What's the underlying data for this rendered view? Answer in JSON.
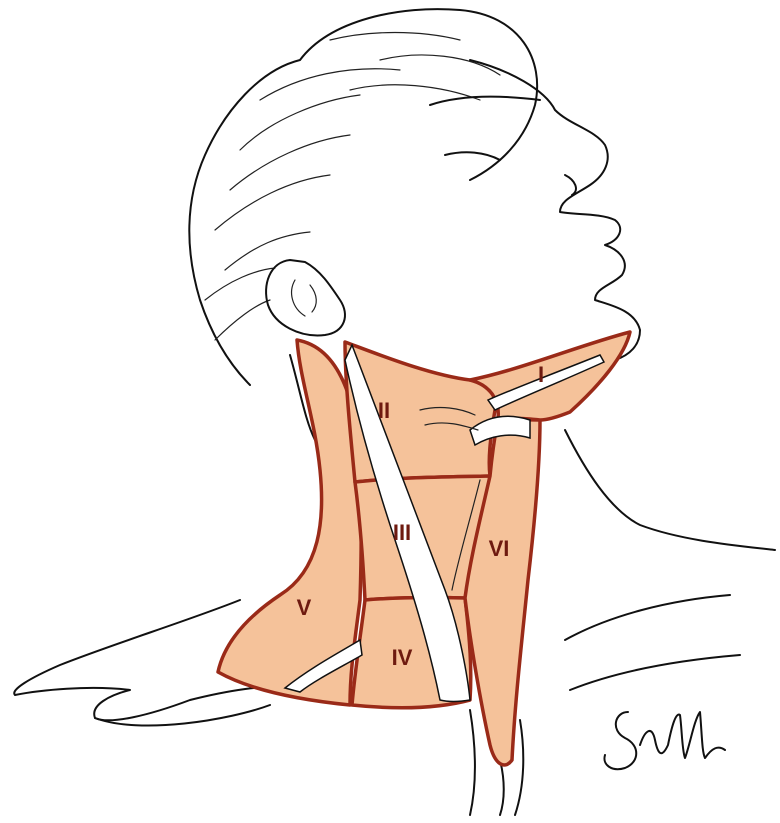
{
  "colors": {
    "zone_fill": "#f5c29a",
    "zone_border": "#9a2a18",
    "label_color": "#6e1a10",
    "line_art": "#111111"
  },
  "regions": [
    {
      "id": "I",
      "label": "I"
    },
    {
      "id": "II",
      "label": "II"
    },
    {
      "id": "III",
      "label": "III"
    },
    {
      "id": "IV",
      "label": "IV"
    },
    {
      "id": "V",
      "label": "V"
    },
    {
      "id": "VI",
      "label": "VI"
    }
  ],
  "signature": "Salla"
}
